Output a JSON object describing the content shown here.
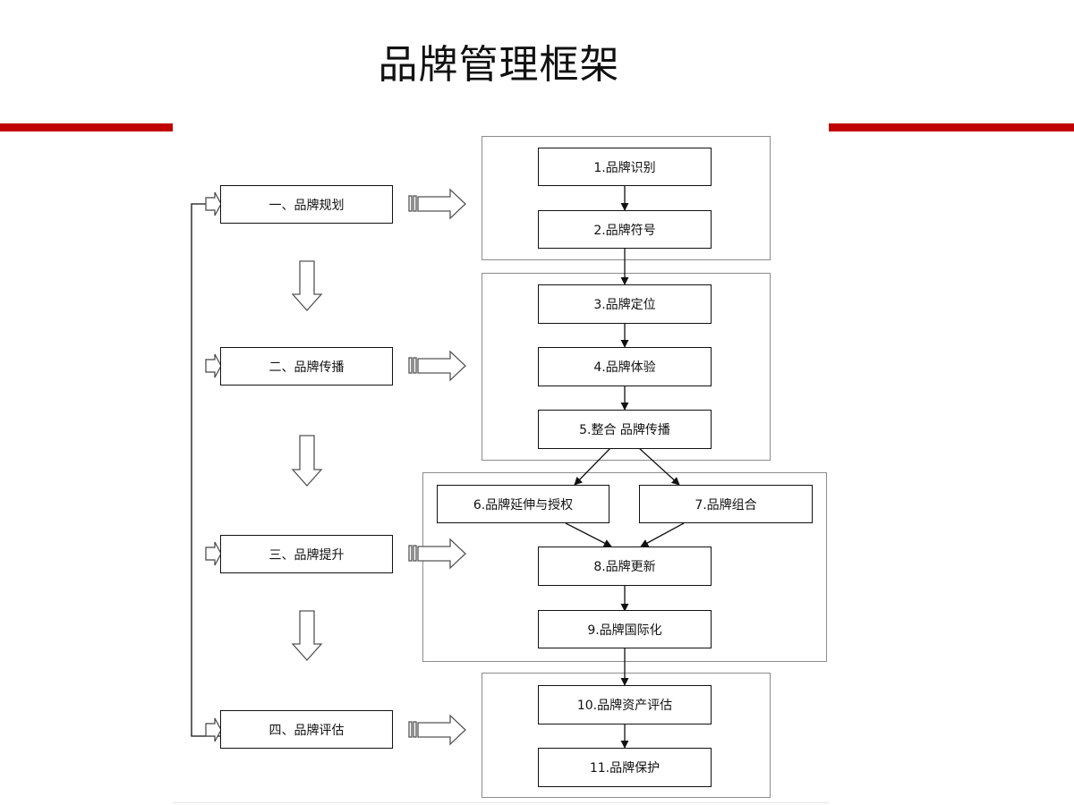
{
  "title": "品牌管理框架",
  "colors": {
    "accent": "#c00000",
    "border": "#111111",
    "group_border": "#8c8c8c"
  },
  "phases": [
    {
      "label": "一、品牌规划"
    },
    {
      "label": "二、品牌传播"
    },
    {
      "label": "三、品牌提升"
    },
    {
      "label": "四、品牌评估"
    }
  ],
  "steps": [
    {
      "label": "1.品牌识别"
    },
    {
      "label": "2.品牌符号"
    },
    {
      "label": "3.品牌定位"
    },
    {
      "label": "4.品牌体验"
    },
    {
      "label": "5.整合 品牌传播"
    },
    {
      "label": "6.品牌延伸与授权"
    },
    {
      "label": "7.品牌组合"
    },
    {
      "label": "8.品牌更新"
    },
    {
      "label": "9.品牌国际化"
    },
    {
      "label": "10.品牌资产评估"
    },
    {
      "label": "11.品牌保护"
    }
  ]
}
